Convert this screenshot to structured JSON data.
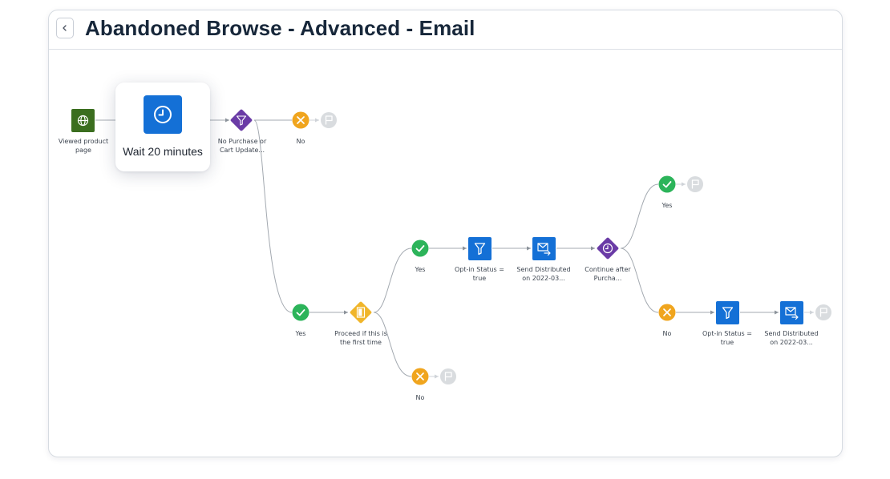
{
  "page": {
    "title": "Abandoned Browse - Advanced - Email"
  },
  "colors": {
    "blue": "#1470d6",
    "purple": "#6a3ba6",
    "green_dark": "#3b6e1f",
    "success": "#2cb45a",
    "warning": "#f0a51e",
    "end_gray": "#d9dcdf",
    "connector": "#9ca3ab"
  },
  "nodes": {
    "trigger": {
      "icon": "globe-icon",
      "label_line1": "Viewed product",
      "label_line2": "page"
    },
    "wait": {
      "icon": "clock-icon",
      "label": "Wait 20 minutes"
    },
    "filter1": {
      "icon": "funnel-icon",
      "label_line1": "No Purchase or",
      "label_line2": "Cart Update..."
    },
    "no1": {
      "icon": "x-icon",
      "label": "No"
    },
    "yes1": {
      "icon": "check-icon",
      "label": "Yes"
    },
    "proceed": {
      "icon": "door-icon",
      "label_line1": "Proceed if this is",
      "label_line2": "the first time"
    },
    "yes2": {
      "icon": "check-icon",
      "label": "Yes"
    },
    "no2": {
      "icon": "x-icon",
      "label": "No"
    },
    "optin1": {
      "icon": "funnel-icon",
      "label_line1": "Opt-in Status =",
      "label_line2": "true"
    },
    "send1": {
      "icon": "email-send-icon",
      "label_line1": "Send Distributed",
      "label_line2": "on 2022-03..."
    },
    "continue": {
      "icon": "clock-icon",
      "label_line1": "Continue after",
      "label_line2": "Purcha..."
    },
    "yes3": {
      "icon": "check-icon",
      "label": "Yes"
    },
    "no3": {
      "icon": "x-icon",
      "label": "No"
    },
    "optin2": {
      "icon": "funnel-icon",
      "label_line1": "Opt-in Status =",
      "label_line2": "true"
    },
    "send2": {
      "icon": "email-send-icon",
      "label_line1": "Send Distributed",
      "label_line2": "on 2022-03..."
    }
  }
}
